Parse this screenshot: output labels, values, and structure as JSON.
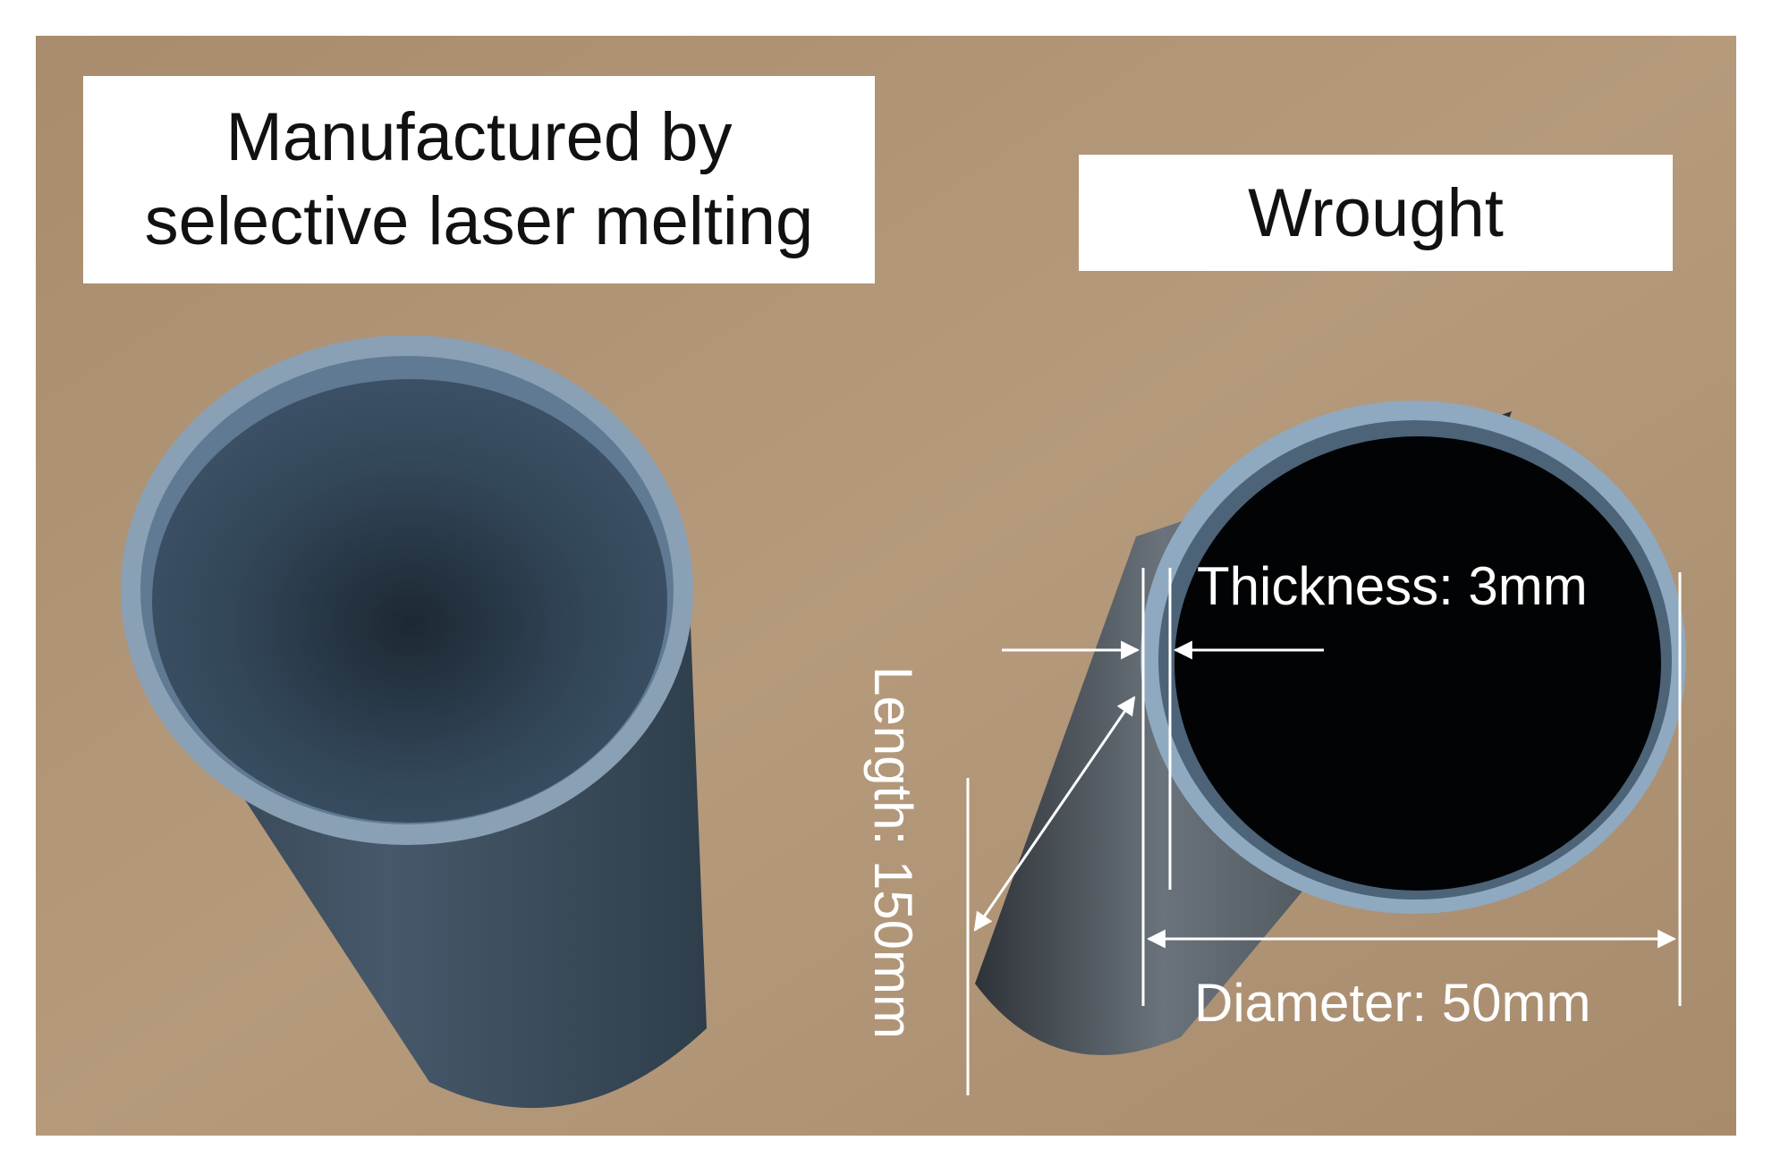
{
  "labels": {
    "slm_line1": "Manufactured by",
    "slm_line2": "selective laser melting",
    "wrought": "Wrought"
  },
  "dimensions": {
    "thickness": "Thickness: 3mm",
    "length": "Length: 150mm",
    "diameter": "Diameter: 50mm"
  },
  "colors": {
    "background": "#ad9275",
    "slm_tube": "#3d4e5f",
    "wrought_tube": "#4a5560",
    "rim": "#7f97ad",
    "annotation": "#ffffff"
  }
}
